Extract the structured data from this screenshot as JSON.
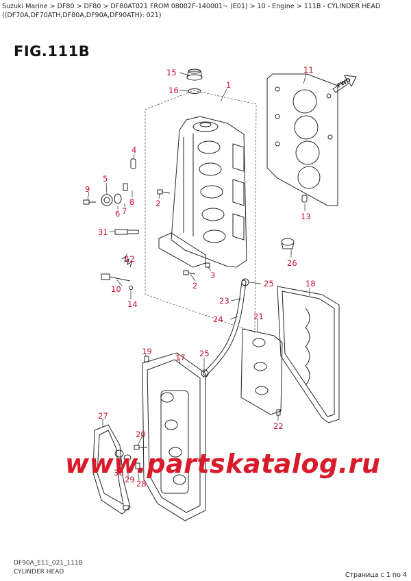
{
  "breadcrumb": "Suzuki Marine > DF80 > DF80 > DF80AT021 FROM 08002F-140001~ (E01) > 10 - Engine > 111B - CYLINDER HEAD ((DF70A,DF70ATH,DF80A,DF90A,DF90ATH): 021)",
  "figure_title": "FIG.111B",
  "fwd_label": "FWD",
  "figure_code": "DF90A_E11_021_111B",
  "figure_caption": "CYLINDER HEAD",
  "pager": "Страница с 1 по 4",
  "watermark": "www.partskatalog.ru",
  "callouts": {
    "c1": "1",
    "c2a": "2",
    "c2b": "2",
    "c3": "3",
    "c4": "4",
    "c5": "5",
    "c6": "6",
    "c7": "7",
    "c8": "8",
    "c9": "9",
    "c10": "10",
    "c11": "11",
    "c12": "12",
    "c13": "13",
    "c14": "14",
    "c15": "15",
    "c16": "16",
    "c17": "17",
    "c18": "18",
    "c19": "19",
    "c20": "20",
    "c21": "21",
    "c22": "22",
    "c23": "23",
    "c24": "24",
    "c25a": "25",
    "c25b": "25",
    "c26": "26",
    "c27": "27",
    "c28": "28",
    "c29": "29",
    "c30": "30",
    "c31": "31"
  },
  "colors": {
    "callout": "#c8102e",
    "watermark": "#d81b2a",
    "line": "#222222"
  }
}
